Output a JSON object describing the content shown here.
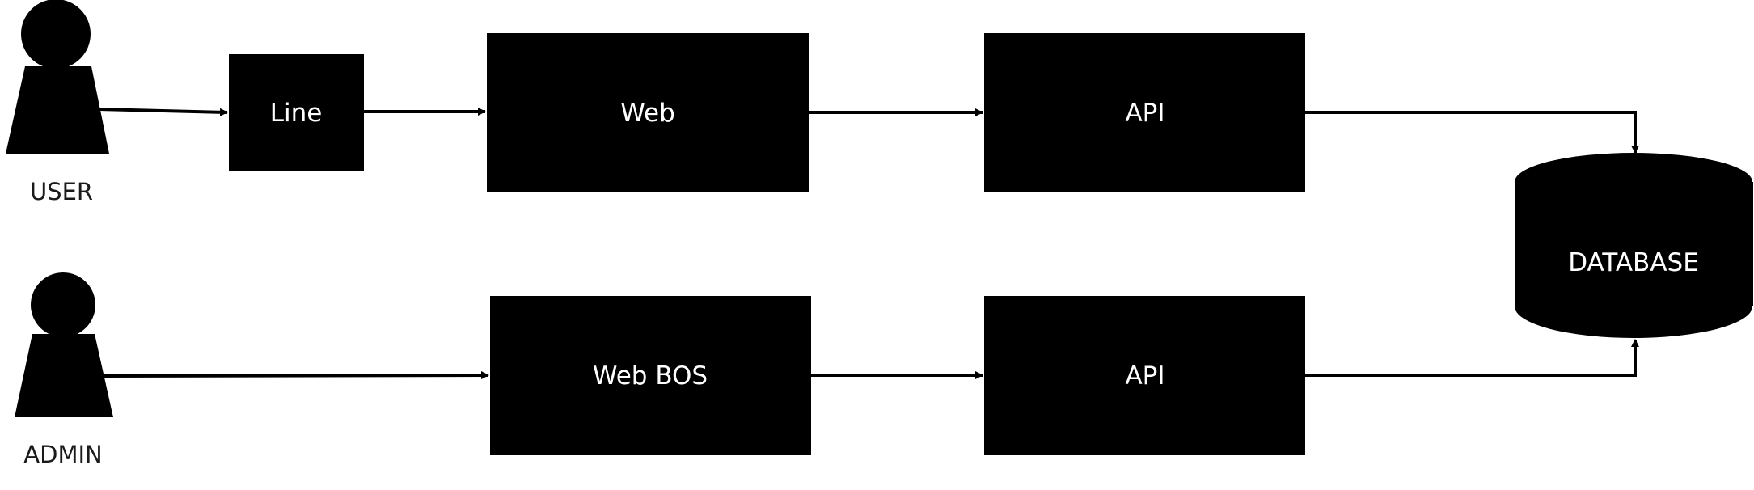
{
  "actors": {
    "user": {
      "label": "USER"
    },
    "admin": {
      "label": "ADMIN"
    }
  },
  "nodes": {
    "line": {
      "label": "Line"
    },
    "web": {
      "label": "Web"
    },
    "api_top": {
      "label": "API"
    },
    "web_bos": {
      "label": "Web BOS"
    },
    "api_bottom": {
      "label": "API"
    },
    "database": {
      "label": "DATABASE"
    }
  },
  "edges": [
    {
      "from": "USER",
      "to": "Line"
    },
    {
      "from": "Line",
      "to": "Web"
    },
    {
      "from": "Web",
      "to": "API"
    },
    {
      "from": "API",
      "to": "DATABASE"
    },
    {
      "from": "ADMIN",
      "to": "Web BOS"
    },
    {
      "from": "Web BOS",
      "to": "API"
    },
    {
      "from": "API",
      "to": "DATABASE"
    }
  ],
  "colors": {
    "shape_fill": "#000000",
    "shape_text": "#ffffff",
    "actor_text": "#1a1a1a",
    "background": "#ffffff"
  }
}
